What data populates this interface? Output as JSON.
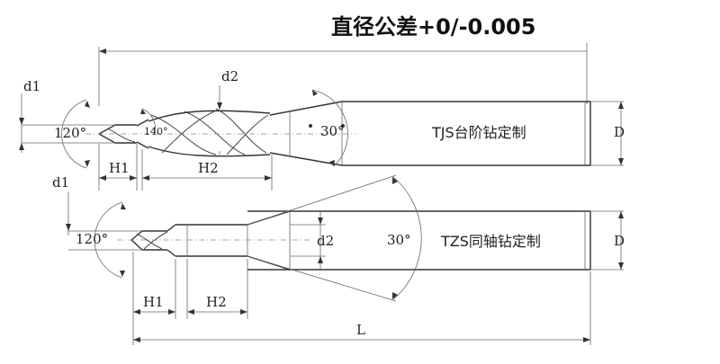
{
  "title": "直径公差+0/-0.005",
  "top_tool": {
    "label": "TJS台阶钻定制",
    "dims": {
      "tip_diameter": "d1",
      "step_diameter": "d2",
      "shank_diameter": "D",
      "tip_angle": "120°",
      "step_angle": "140°",
      "taper_angle": "30°",
      "tip_length": "H1",
      "step_length": "H2"
    }
  },
  "bottom_tool": {
    "label": "TZS同轴钻定制",
    "dims": {
      "tip_diameter": "d1",
      "step_diameter": "d2",
      "shank_diameter": "D",
      "tip_angle": "120°",
      "taper_angle": "30°",
      "tip_length": "H1",
      "step_length": "H2",
      "overall_length": "L"
    }
  },
  "colors": {
    "line": "#444444",
    "text": "#222222",
    "background": "#ffffff"
  }
}
